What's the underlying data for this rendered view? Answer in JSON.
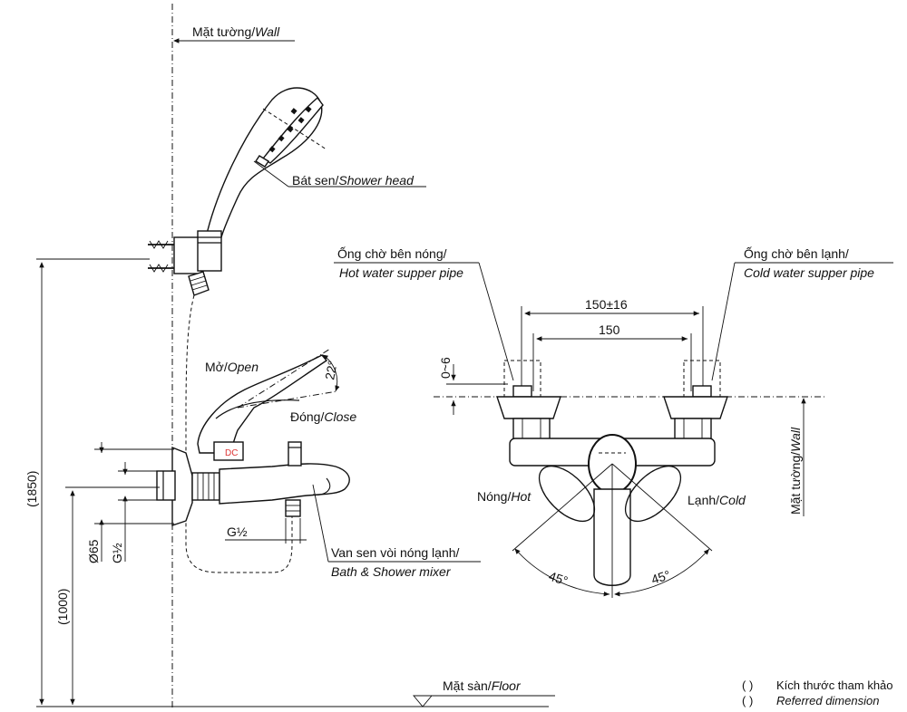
{
  "wall_top": {
    "vn": "Mặt tường/",
    "en": "Wall"
  },
  "shower_head": {
    "vn": "Bát sen/",
    "en": "Shower head"
  },
  "open": {
    "vn": "Mở/",
    "en": "Open"
  },
  "close": {
    "vn": "Đóng/",
    "en": "Close"
  },
  "angle_open": "22°",
  "g_half_1": "G½",
  "g_half_2": "G½",
  "dia65": "Ø65",
  "dim_1850": "(1850)",
  "dim_1000": "(1000)",
  "mixer": {
    "vn": "Van sen vòi nóng lạnh/",
    "en": "Bath & Shower mixer"
  },
  "floor": {
    "vn": "Mặt sàn/",
    "en": "Floor"
  },
  "hot_pipe": {
    "vn": "Ống chờ bên nóng/",
    "en": "Hot water supper pipe"
  },
  "cold_pipe": {
    "vn": "Ống chờ bên lạnh/",
    "en": "Cold water supper pipe"
  },
  "dim_150_16": "150±16",
  "dim_150": "150",
  "dim_0_6": "0~6",
  "hot": {
    "vn": "Nóng/",
    "en": "Hot"
  },
  "cold": {
    "vn": "Lạnh/",
    "en": "Cold"
  },
  "angle_left": "45°",
  "angle_right": "45°",
  "wall_right": {
    "vn": "Mặt tường/",
    "en": "Wall"
  },
  "legend": {
    "paren": "(        )",
    "line1": "Kích thước tham khảo",
    "line2": "Referred dimension"
  }
}
